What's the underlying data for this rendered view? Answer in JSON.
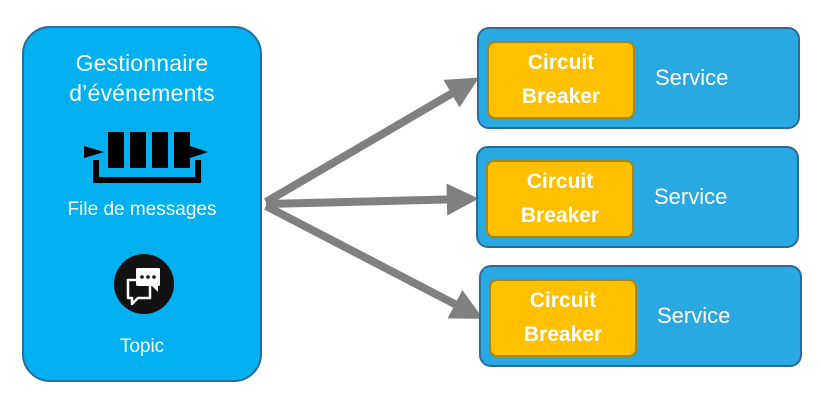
{
  "manager": {
    "title_line1": "Gestionnaire",
    "title_line2": "d’événements",
    "queue_label": "File de messages",
    "topic_label": "Topic"
  },
  "icons": {
    "queue": "message-queue-icon",
    "topic": "chat-bubbles-icon"
  },
  "services": [
    {
      "breaker_line1": "Circuit",
      "breaker_line2": "Breaker",
      "label": "Service"
    },
    {
      "breaker_line1": "Circuit",
      "breaker_line2": "Breaker",
      "label": "Service"
    },
    {
      "breaker_line1": "Circuit",
      "breaker_line2": "Breaker",
      "label": "Service"
    }
  ],
  "colors": {
    "manager_fill": "#00b0f0",
    "service_fill": "#2aa8e0",
    "breaker_fill": "#ffc000",
    "arrow": "#808080"
  }
}
